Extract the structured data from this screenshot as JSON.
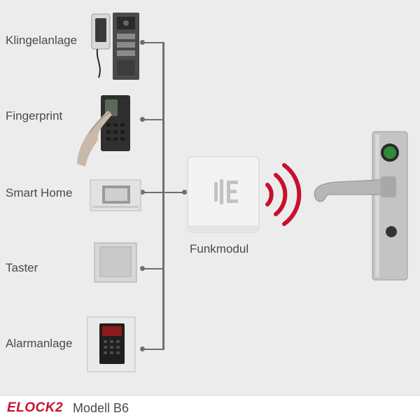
{
  "devices": [
    {
      "label": "Klingelanlage",
      "icon": "door-intercom-icon"
    },
    {
      "label": "Fingerprint",
      "icon": "fingerprint-reader-icon"
    },
    {
      "label": "Smart Home",
      "icon": "smart-home-panel-icon"
    },
    {
      "label": "Taster",
      "icon": "push-button-icon"
    },
    {
      "label": "Alarmanlage",
      "icon": "alarm-keypad-icon"
    }
  ],
  "module": {
    "label": "Funkmodul",
    "icon": "radio-module-icon"
  },
  "signal": {
    "icon": "wireless-signal-icon",
    "color": "#c8102e"
  },
  "lock": {
    "icon": "electronic-door-handle-icon"
  },
  "footer": {
    "brand": "ELOCK2",
    "model": "Modell B6"
  },
  "colors": {
    "accent": "#c8102e",
    "wire": "#6f6f6f",
    "text": "#4a4a4a",
    "background": "#ececec"
  }
}
